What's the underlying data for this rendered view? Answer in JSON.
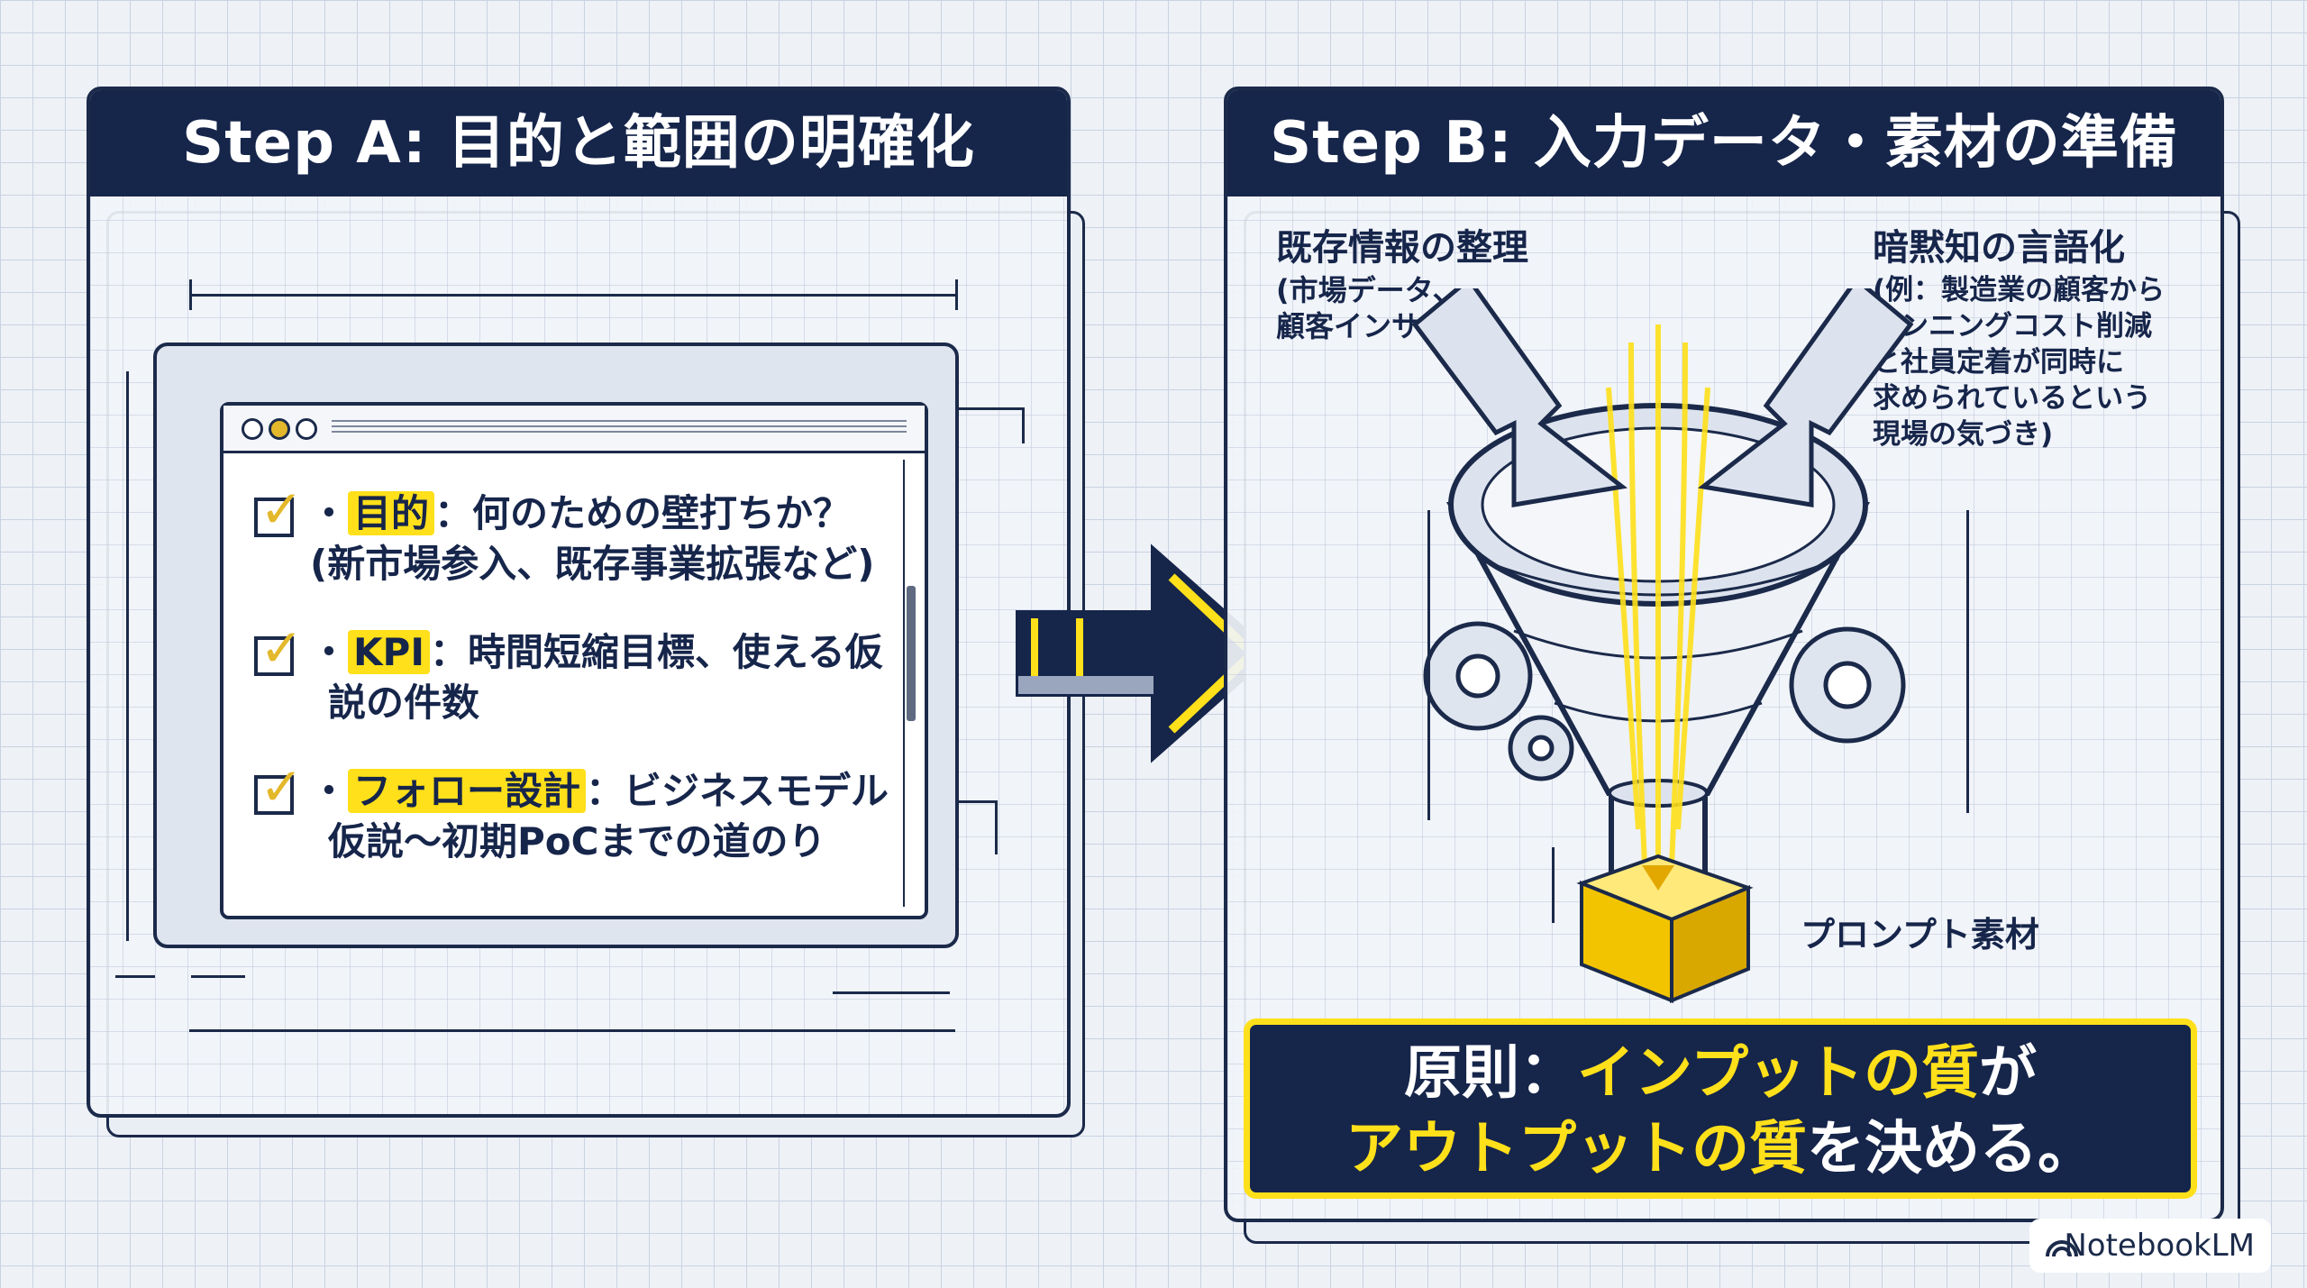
{
  "step_a": {
    "title": "Step A: 目的と範囲の明確化",
    "items": [
      {
        "key": "目的",
        "line1_rest": "：何のための壁打ちか？",
        "line2": "(新市場参入、既存事業拡張など)"
      },
      {
        "key": "KPI",
        "line1_rest": "：時間短縮目標、使える仮",
        "line2": "説の件数"
      },
      {
        "key": "フォロー設計",
        "line1_rest": "：ビジネスモデル",
        "line2": "仮説〜初期PoCまでの道のり"
      }
    ]
  },
  "step_b": {
    "title": "Step B: 入力データ・素材の準備",
    "left_input": {
      "label": "既存情報の整理",
      "detail": "(市場データ、\n顧客インサイト)"
    },
    "right_input": {
      "label": "暗黙知の言語化",
      "detail": "(例：製造業の顧客から\nランニングコスト削減\nと社員定着が同時に\n求められているという\n現場の気づき)"
    },
    "output_label": "プロンプト素材",
    "principle": {
      "prefix": "原則：",
      "highlight1": "インプットの質",
      "mid": "が",
      "highlight2": "アウトプットの質",
      "suffix": "を決める。"
    }
  },
  "badge": "NotebookLM",
  "colors": {
    "navy": "#16254a",
    "yellow": "#ffe01a",
    "background": "#eef1f6"
  }
}
